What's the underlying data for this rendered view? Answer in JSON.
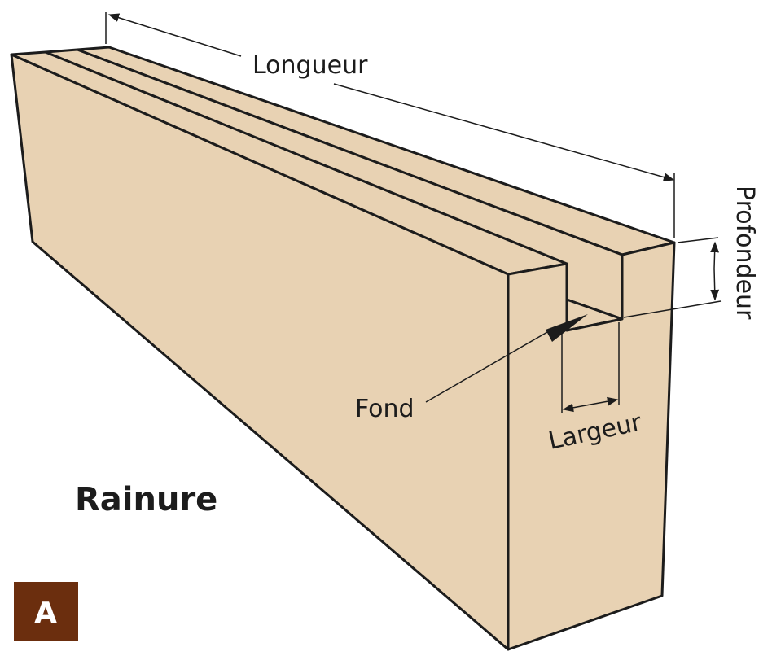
{
  "labels": {
    "length": "Longueur",
    "depth": "Profondeur",
    "bottom": "Fond",
    "width": "Largeur"
  },
  "title": "Rainure",
  "badge": "A",
  "colors": {
    "wood": "#e8d2b3",
    "outline": "#1c1c1c",
    "badge_bg": "#6b2e0e",
    "badge_text": "#ffffff"
  }
}
